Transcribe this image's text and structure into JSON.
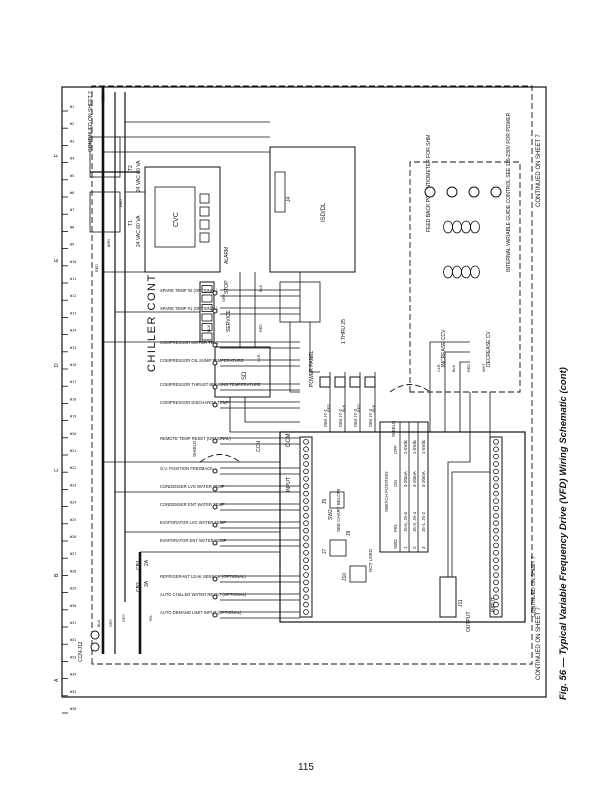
{
  "page": {
    "caption": "Fig. 56 — Typical Variable Frequency Drive (VFD) Wiring Schematic (cont)",
    "page_number": "115"
  },
  "schematic": {
    "panel_title": "CHILLER CONTROL PANEL",
    "continued_top": "CONTINUED ON SHEET 7",
    "continued_right": "CONTINUED ON SHEET 7",
    "continued_bottom": "CONTINUED ON SHEET 7",
    "continued_inner": "CONTINUED ON SHEET 7",
    "modules": {
      "cvc": "CVC",
      "ccn": "CCN",
      "sd": "SD",
      "isd": "ISD/DL",
      "ccm": "CCM",
      "j4": "J4",
      "j5": "J5",
      "j7": "J7",
      "j8": "J8",
      "j9": "J9",
      "j10": "J10",
      "j11": "J11",
      "sw2": "SW2",
      "j12": "CCN-J12"
    },
    "panel_labels": {
      "alarm": "ALARM",
      "stop": "STOP",
      "service": "SERVICE",
      "power_panel": "POWER PANEL",
      "input": "INPUT",
      "output": "OUTPUT",
      "not_used": "NOT USED",
      "see_chart": "SEE CHART BELOW",
      "feed_back": "FEED BACK POTENTIOMETER FOR SHM",
      "internal_var": "INTERNAL VARIABLE GUIDE CONTROL SEE 115-230V FOR POWER",
      "increase": "INCREASE CCV",
      "decrease": "DECREASE CV",
      "vac24_1": "24 VAC 60 VA",
      "vac24_2": "24 VAC 60 VA",
      "cb1": "CB1",
      "cb2": "CB2",
      "amp3": "3A",
      "amp2": "2A",
      "t1": "T1",
      "t2": "T2",
      "shield": "SHIELD",
      "thru": "1 THRU 25",
      "vfd": "V"
    },
    "wire_colors": [
      "RED",
      "BLK",
      "BRN",
      "GRY",
      "WHT",
      "CLR",
      "YEL"
    ],
    "left_sensors": [
      "AUTO DEMAND LIMIT INPUT (OPTIONAL)",
      "AUTO CHILLED WATER RESET (OPTIONAL)",
      "REFRIGERANT LEAK SENSOR (OPTIONAL)",
      "EVAPORATOR ENT WATER TEMP",
      "EVAPORATOR LVG WATER TEMP",
      "CONDENSER ENT WATER TEMP",
      "CONDENSER LVG WATER TEMP",
      "G.V. POSITION FEEDBACK",
      "REMOTE TEMP RESET (OPTIONAL)",
      "COMPRESSOR DISCHARGE TEMP",
      "COMPRESSOR THRUST BEARING TEMPERATURE",
      "COMPRESSOR OIL SUMP TEMPERATURE",
      "COMPRESSOR MOTOR TEMP",
      "SPARE TEMP #1 (OPTIONAL)",
      "SPARE TEMP #2 (OPTIONAL)"
    ],
    "switch_table": {
      "title": "SWITCH POSITION",
      "headers": [
        "SW2",
        "PIN",
        "ON",
        "OFF"
      ],
      "rows": [
        [
          "1",
          "J5-5, J5-6",
          "4-20mA",
          "1-5Vdc"
        ],
        [
          "2",
          "J5-3, J5-4",
          "4-20mA",
          "1-5Vdc"
        ],
        [
          "3",
          "J5-1, J5-2",
          "4-20mA",
          "1-5Vdc"
        ]
      ]
    },
    "power_panel_terms": [
      "ISM J7-1",
      "ISM J7-2",
      "ISM J7-3",
      "ISM J7-4"
    ],
    "isd_terms": [
      "1",
      "2",
      "3",
      "4",
      "5",
      "6"
    ],
    "margin_ticks": [
      "W1",
      "W2",
      "W3",
      "W4",
      "W5",
      "W6",
      "W7",
      "W8",
      "W9",
      "W10",
      "W11",
      "W12",
      "W13",
      "W14",
      "W15",
      "W16",
      "W17",
      "W18",
      "W19",
      "W20",
      "W21",
      "W22",
      "W23",
      "W24",
      "W25",
      "W26",
      "W27",
      "W28",
      "W29",
      "W30",
      "W31",
      "W32",
      "W33",
      "W34",
      "W35",
      "W36"
    ],
    "column_ticks": [
      "A",
      "B",
      "C",
      "D",
      "E",
      "F"
    ]
  }
}
